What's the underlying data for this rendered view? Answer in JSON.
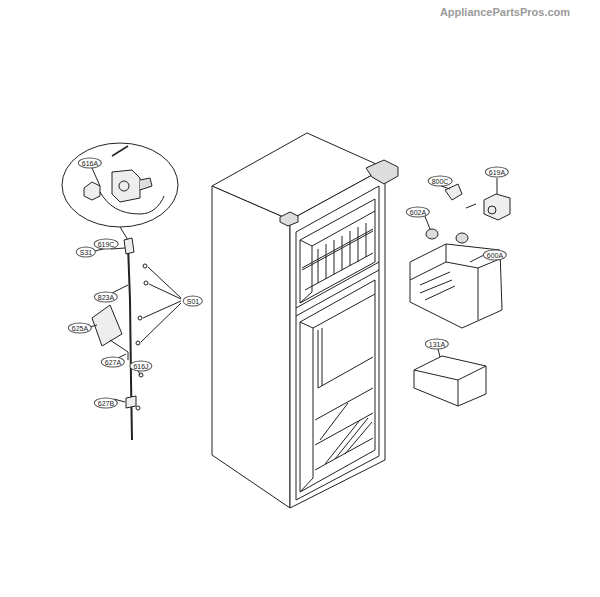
{
  "diagram": {
    "labels": [
      "AppliancePartsPros.com",
      "616A",
      "S31",
      "619C",
      "823A",
      "S01",
      "625A",
      "627A",
      "616J",
      "627B",
      "800C",
      "619A",
      "602A",
      "600A",
      "131A"
    ]
  }
}
